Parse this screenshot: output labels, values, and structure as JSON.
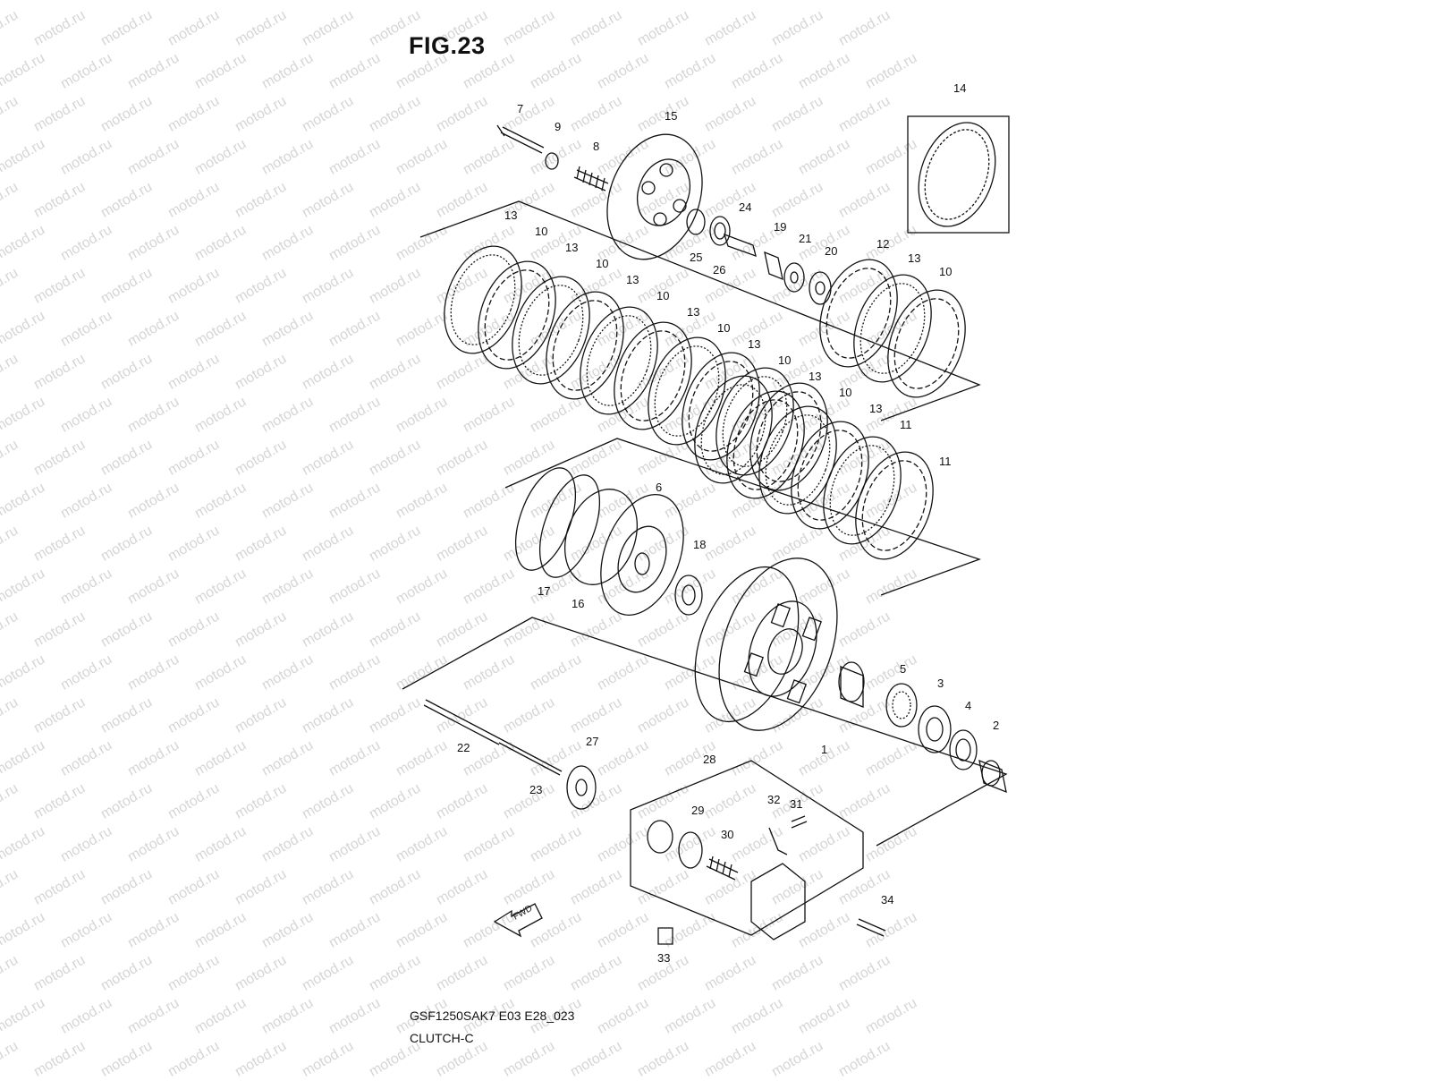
{
  "figure": {
    "title": "FIG.23",
    "model_code": "GSF1250SAK7 E03 E28_023",
    "section_name": "CLUTCH-C",
    "fwd_label": "FWD"
  },
  "watermark": {
    "text": "motod.ru",
    "color": "#c8c8c8"
  },
  "callouts": [
    "1",
    "2",
    "3",
    "4",
    "5",
    "6",
    "7",
    "8",
    "9",
    "10",
    "11",
    "12",
    "13",
    "14",
    "15",
    "16",
    "17",
    "18",
    "19",
    "20",
    "21",
    "22",
    "23",
    "24",
    "25",
    "26",
    "27",
    "28",
    "29",
    "30",
    "31",
    "32",
    "33",
    "34"
  ],
  "plate_labels": [
    "13",
    "10",
    "13",
    "10",
    "13",
    "10",
    "13",
    "10",
    "13",
    "10",
    "13",
    "10",
    "13",
    "11"
  ],
  "upper_plate_labels": [
    "12",
    "13",
    "10"
  ],
  "colors": {
    "line": "#111111",
    "background": "#ffffff"
  }
}
